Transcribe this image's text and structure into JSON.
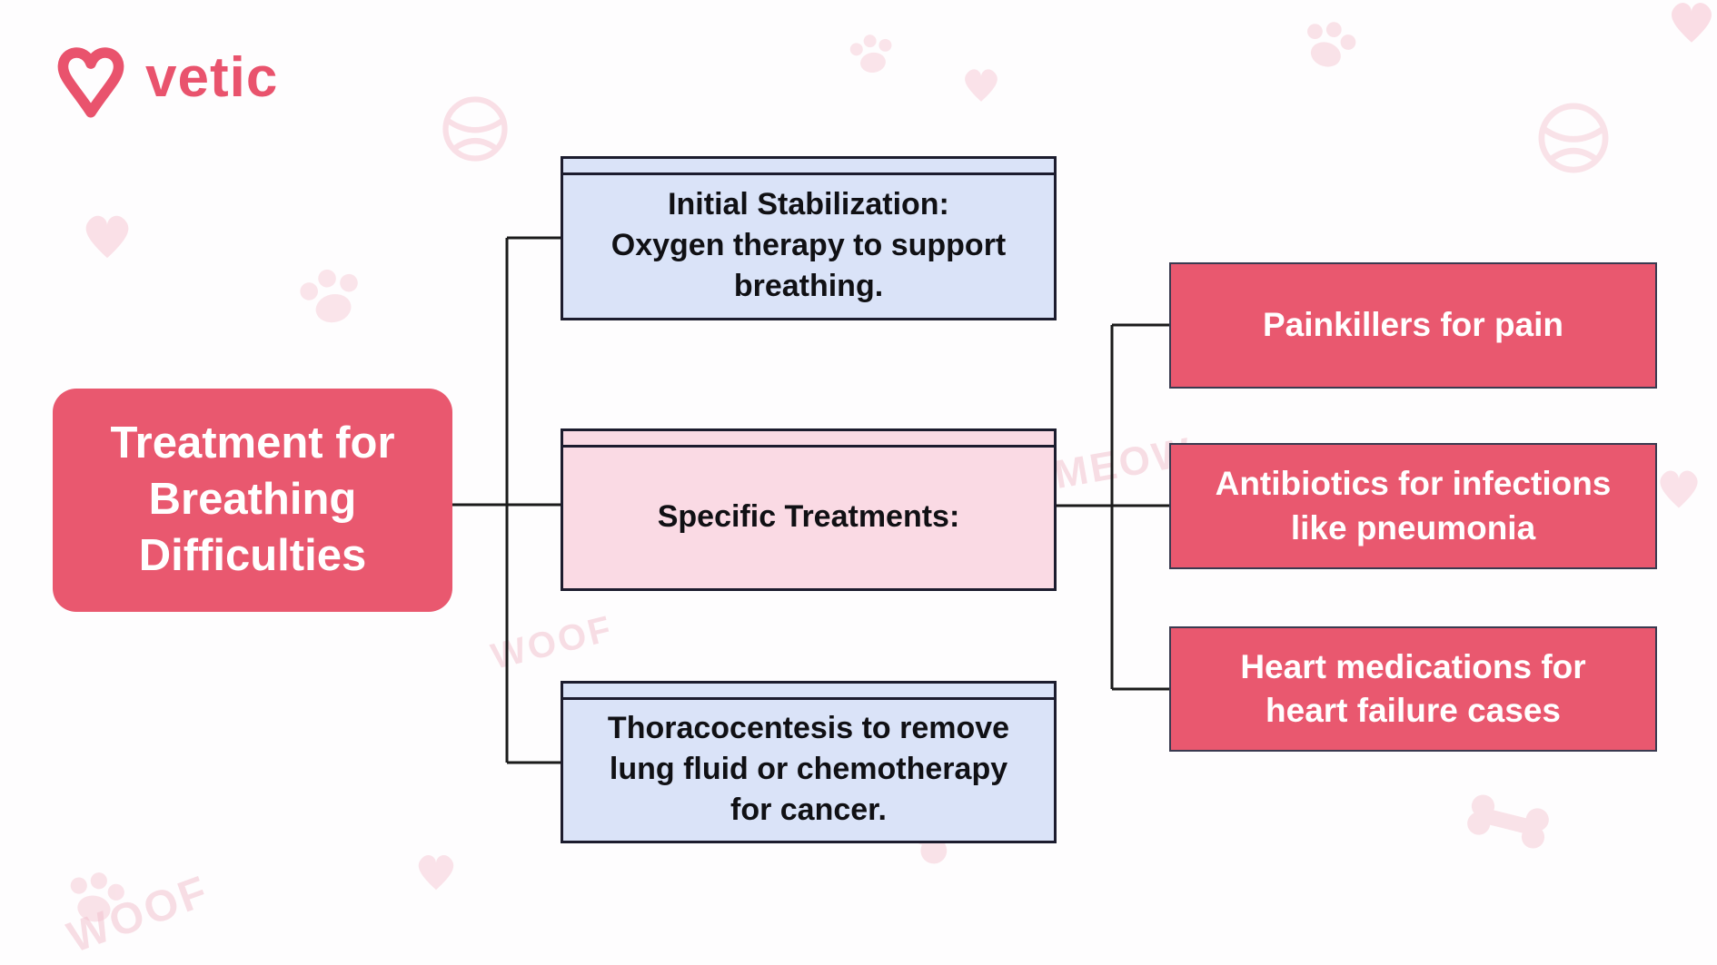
{
  "brand": {
    "name": "vetic"
  },
  "colors": {
    "primary_pink": "#e9586f",
    "light_blue": "#dae3f8",
    "light_pink": "#fadae4",
    "outline": "#1c1c2e",
    "doodle_pink": "#f6c8d3",
    "root_text": "#ffffff",
    "mid_text": "#101014"
  },
  "root_node": {
    "label": "Treatment for\nBreathing\nDifficulties"
  },
  "middle_nodes": [
    {
      "label": "Initial Stabilization:\nOxygen therapy to support\nbreathing."
    },
    {
      "label": "Specific Treatments:"
    },
    {
      "label": "Thoracocentesis to remove\nlung fluid or chemotherapy\nfor cancer."
    }
  ],
  "right_nodes": [
    {
      "label": "Painkillers for pain"
    },
    {
      "label": "Antibiotics for infections\nlike pneumonia"
    },
    {
      "label": "Heart medications for\nheart failure cases"
    }
  ],
  "background_words": [
    "WOOF",
    "MEOW",
    "WOOF"
  ]
}
